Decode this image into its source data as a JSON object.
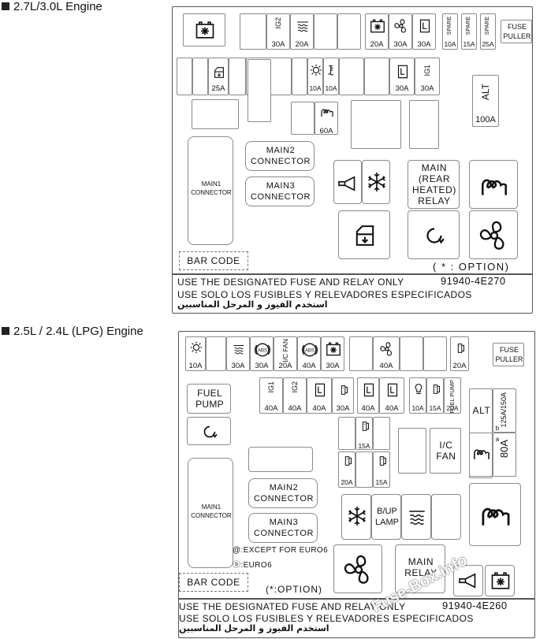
{
  "top": {
    "title": "2.7L/3.0L Engine",
    "row1_amps": [
      "30A",
      "20A",
      "20A",
      "30A",
      "30A"
    ],
    "row1_labels": [
      "IG2"
    ],
    "spares": [
      {
        "label": "SPARE",
        "amp": "10A"
      },
      {
        "label": "SPARE",
        "amp": "15A"
      },
      {
        "label": "SPARE",
        "amp": "25A"
      }
    ],
    "fuse_puller": "FUSE PULLER",
    "row2_amps": [
      "25A",
      "10A",
      "10A",
      "30A",
      "30A"
    ],
    "row2_labels": [
      "IG1"
    ],
    "alt_label": "ALT",
    "alt_amp": "100A",
    "amp_60": "60A",
    "main2": "MAIN2 CONNECTOR",
    "main3": "MAIN3 CONNECTOR",
    "main1": "MAIN1 CONNECTOR",
    "main_rear_relay": [
      "MAIN",
      "(REAR",
      "HEATED)",
      "RELAY"
    ],
    "bar_code": "BAR CODE",
    "option_note": "( * : OPTION)",
    "note_en": "USE THE DESIGNATED FUSE AND RELAY ONLY",
    "note_es": "USE SOLO LOS FUSIBLES Y RELEVADORES ESPECIFICADOS",
    "note_ar": "استخدم الفيوز و المرحل المناسبين",
    "part_no": "91940-4E270"
  },
  "bottom": {
    "title": "2.5L / 2.4L (LPG) Engine",
    "row1_amps": [
      "10A",
      "30A",
      "30A",
      "20A",
      "40A",
      "30A",
      "40A",
      "20A"
    ],
    "row1_labels": [
      "ABS",
      "I/C FAN",
      "ABS"
    ],
    "fuse_puller": "FUSE PULLER",
    "row2_amps": [
      "40A",
      "40A",
      "40A",
      "30A",
      "40A",
      "40A",
      "10A",
      "15A",
      "20A"
    ],
    "row2_labels": [
      "IG1",
      "IG2",
      "FUEL PUMP"
    ],
    "fuel_pump": "FUEL PUMP",
    "alt_label": "ALT",
    "alt_amps": [
      "125A/150A",
      "80A"
    ],
    "alt_marks": [
      "b",
      "a"
    ],
    "amp_15a_1": "15A",
    "amp_20a": "20A",
    "amp_15a_2": "15A",
    "ic_fan": "I/C FAN",
    "main2": "MAIN2 CONNECTOR",
    "main3": "MAIN3 CONNECTOR",
    "main1": "MAIN1 CONNECTOR",
    "bup_lamp": "B/UP LAMP",
    "main_relay": "MAIN RELAY",
    "legend_a": "@:EXCEPT FOR EURO6",
    "legend_b": "ⓑ:EURO6",
    "bar_code": "BAR CODE",
    "option_note": "(*:OPTION)",
    "note_en": "USE THE DESIGNATED FUSE AND RELAY ONLY",
    "note_es": "USE SOLO LOS FUSIBLES Y RELEVADORES ESPECIFICADOS",
    "note_ar": "استخدم الفيوز و المرحل المناسبين",
    "part_no": "91940-4E260"
  },
  "watermark": "Fuse-Box.info"
}
